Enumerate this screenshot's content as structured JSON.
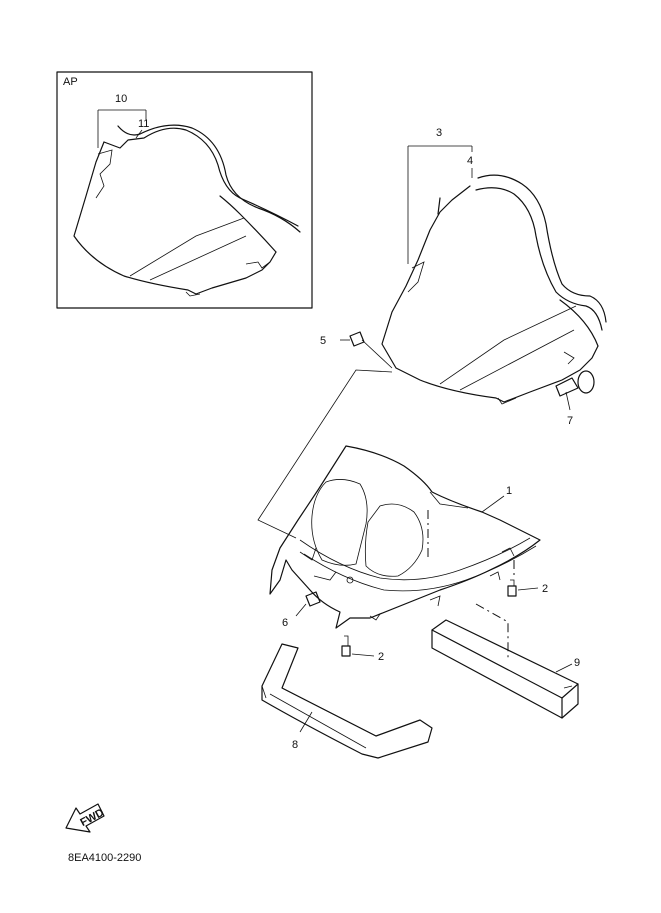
{
  "inset": {
    "label": "AP"
  },
  "callouts": {
    "c1": "1",
    "c2a": "2",
    "c2b": "2",
    "c3": "3",
    "c4": "4",
    "c5": "5",
    "c6": "6",
    "c7": "7",
    "c8": "8",
    "c9": "9",
    "c10": "10",
    "c11": "11"
  },
  "fwd_arrow": {
    "text": "FWD",
    "icon": "fwd-arrow-icon"
  },
  "diagram_code": "8EA4100-2290"
}
